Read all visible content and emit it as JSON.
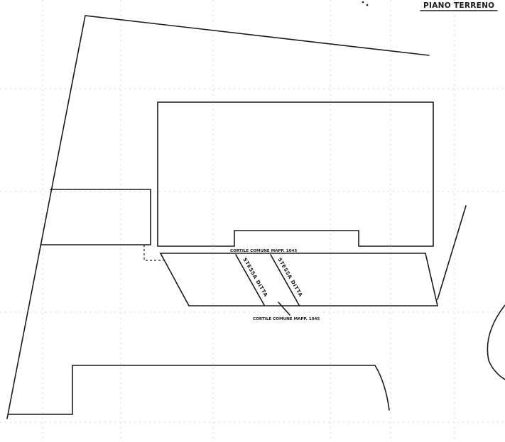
{
  "title": "PIANO TERRENO",
  "labels": {
    "courtyard_upper": "CORTILE COMUNE MAPP. 1045",
    "courtyard_lower": "CORTILE COMUNE MAPP. 1045",
    "strip_left": "STESSA DITTA",
    "strip_right": "STESSA DITTA"
  },
  "colors": {
    "ink": "#1a1a1a",
    "paper": "#ffffff",
    "grid": "#c9c9c9"
  }
}
